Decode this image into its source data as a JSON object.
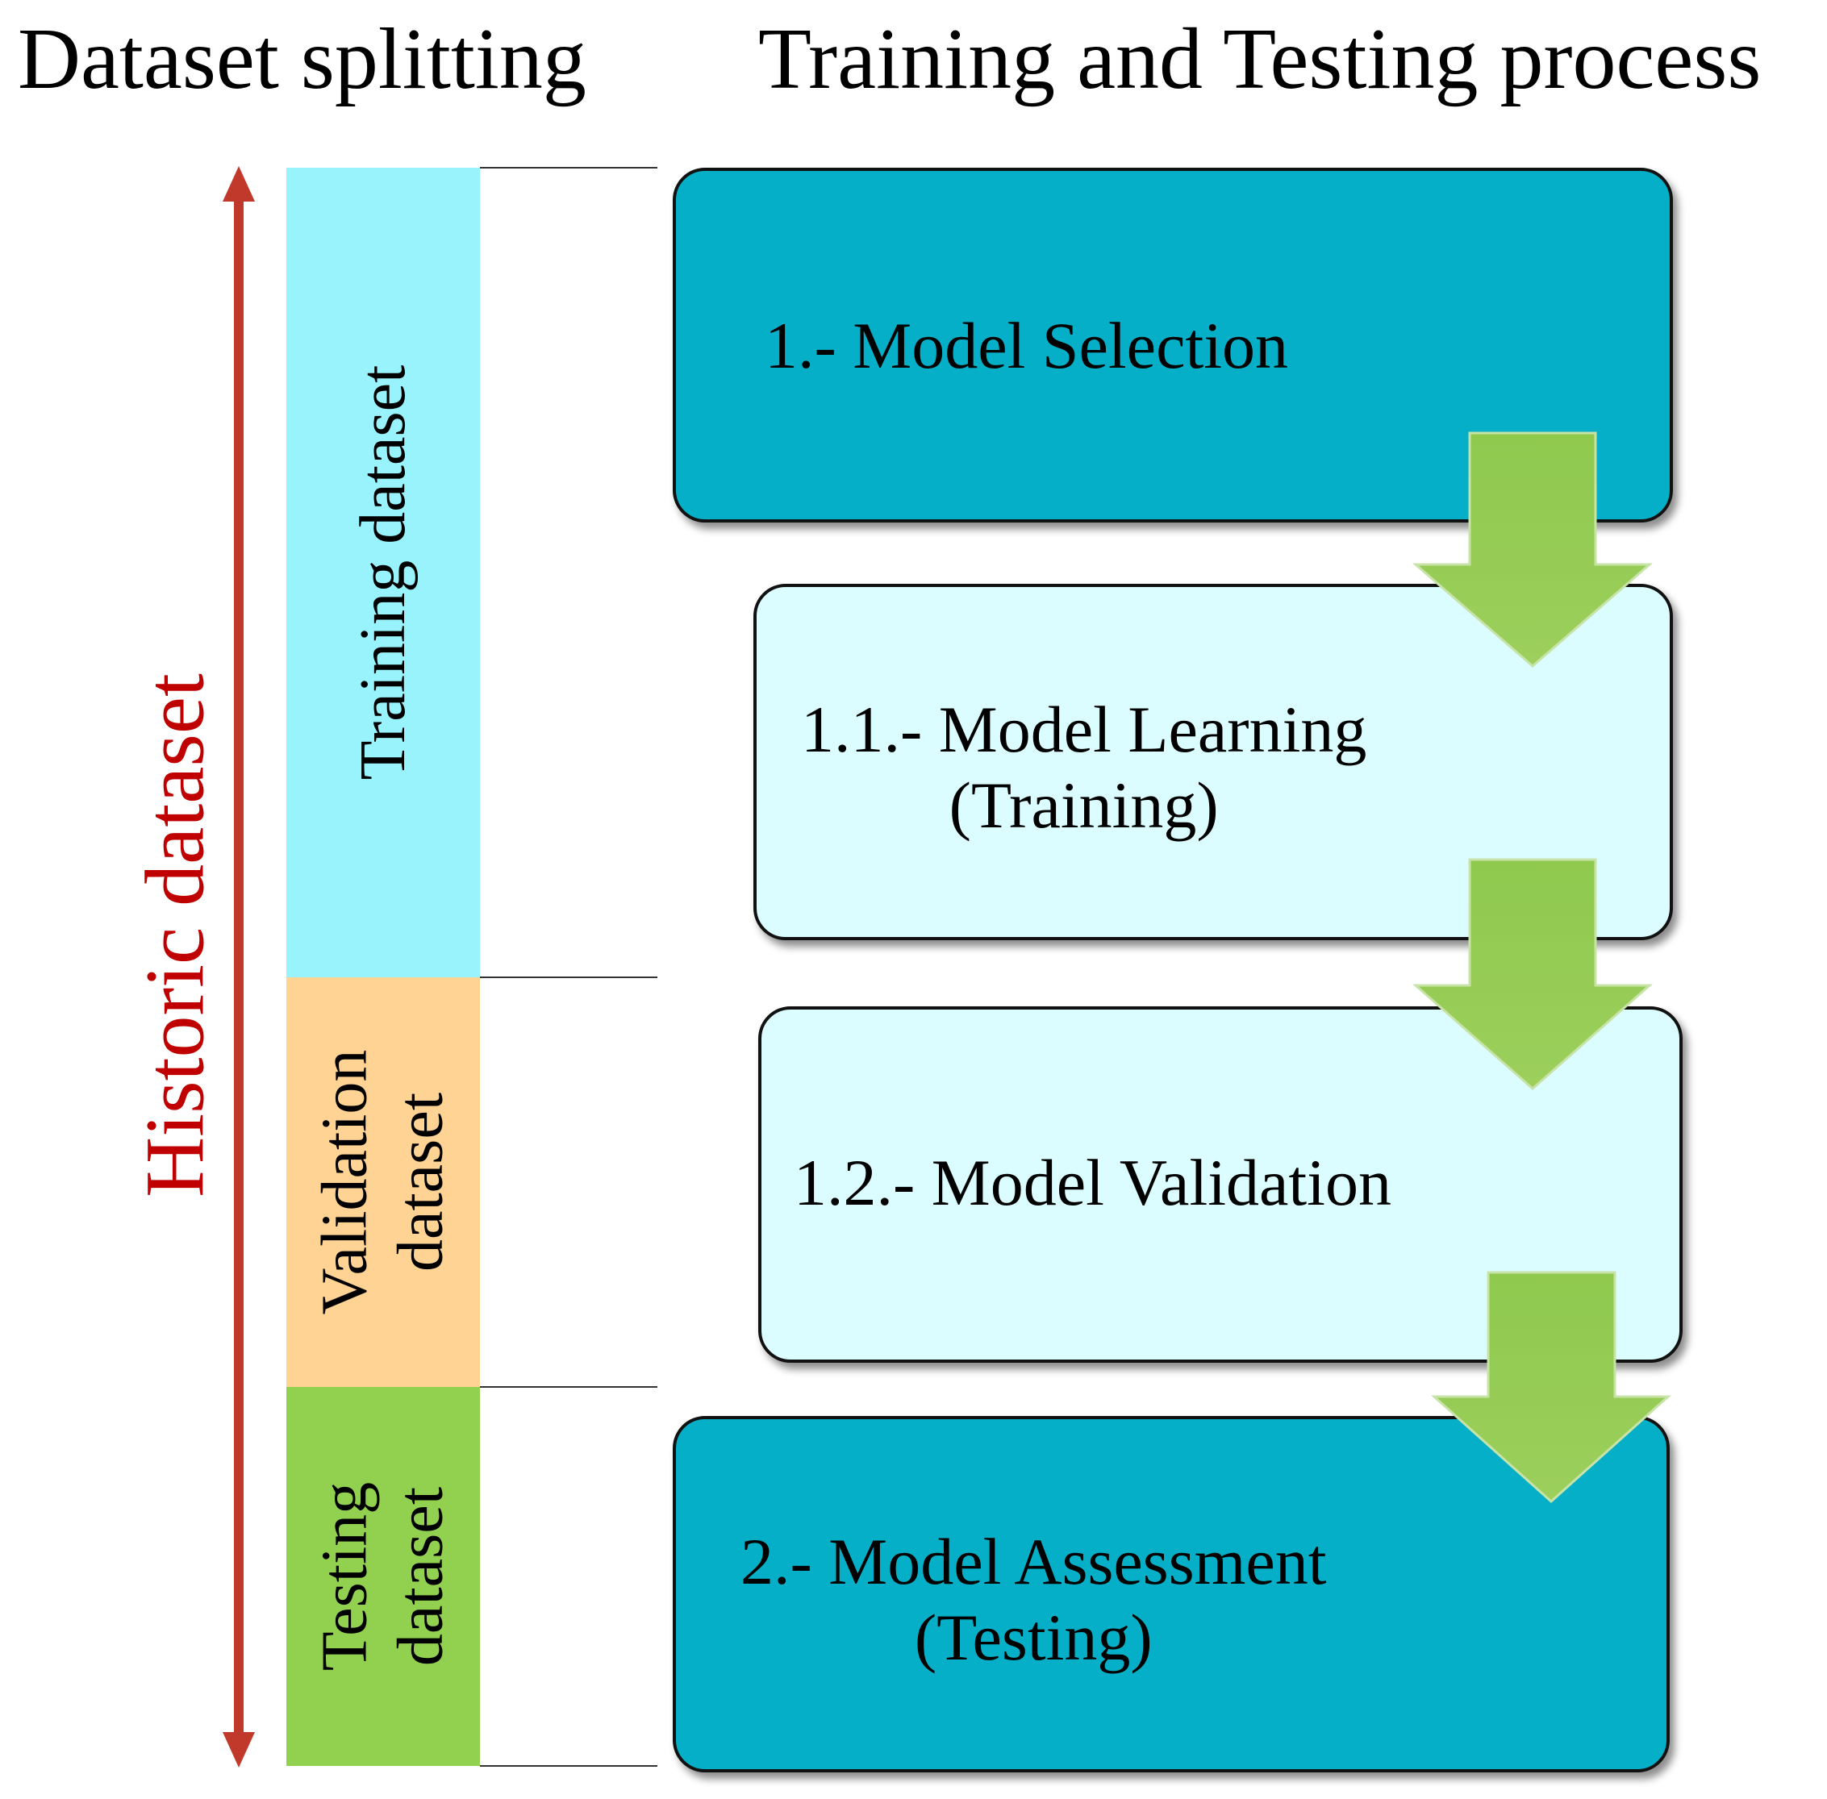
{
  "headings": {
    "left": "Dataset splitting",
    "right": "Training and Testing process"
  },
  "historic": {
    "label": "Historic dataset"
  },
  "splits": {
    "training": {
      "lines": [
        "Training dataset"
      ]
    },
    "validation": {
      "lines": [
        "Validation",
        "dataset"
      ]
    },
    "testing": {
      "lines": [
        "Testing",
        "dataset"
      ]
    }
  },
  "process": {
    "step1": {
      "lines": [
        "1.- Model Selection"
      ]
    },
    "step1_1": {
      "lines": [
        "1.1.- Model Learning",
        "(Training)"
      ]
    },
    "step1_2": {
      "lines": [
        "1.2.- Model Validation"
      ]
    },
    "step2": {
      "lines": [
        "2.- Model Assessment",
        "(Testing)"
      ]
    }
  },
  "colors": {
    "historic_arrow": "#c0392b",
    "training": "#99f3fd",
    "validation": "#fed393",
    "testing": "#92d050",
    "box_dark": "#04afc7",
    "box_light": "#dcfdff",
    "flow_arrow": "#92d050"
  }
}
